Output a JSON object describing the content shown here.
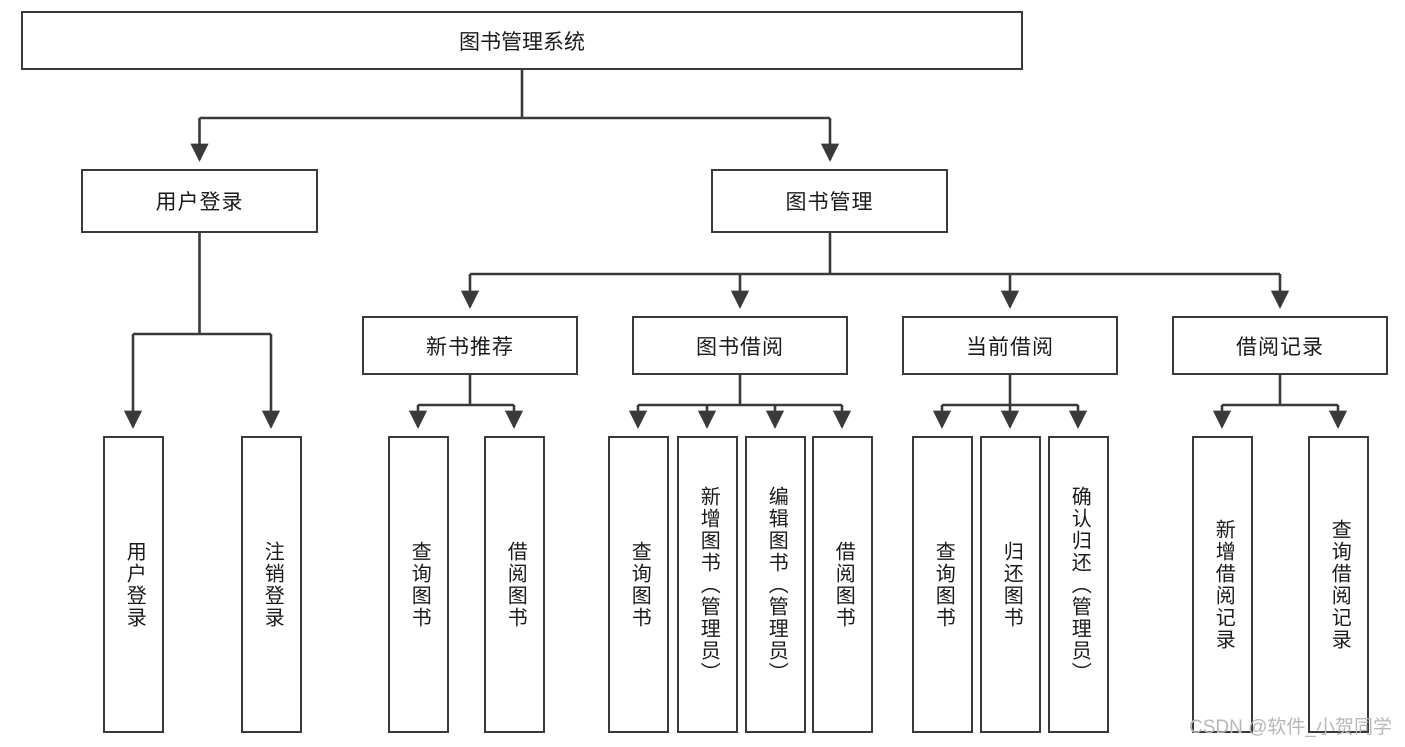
{
  "diagram": {
    "title_node": {
      "label": "图书管理系统"
    },
    "level1": [
      {
        "label": "用户登录"
      },
      {
        "label": "图书管理"
      }
    ],
    "level2": [
      {
        "label": "新书推荐"
      },
      {
        "label": "图书借阅"
      },
      {
        "label": "当前借阅"
      },
      {
        "label": "借阅记录"
      }
    ],
    "leaves": {
      "user_login": [
        {
          "label": "用户登录"
        },
        {
          "label": "注销登录"
        }
      ],
      "new_book_recommend": [
        {
          "label": "查询图书"
        },
        {
          "label": "借阅图书"
        }
      ],
      "book_borrow": [
        {
          "label": "查询图书"
        },
        {
          "label": "新增图书（管理员）"
        },
        {
          "label": "编辑图书（管理员）"
        },
        {
          "label": "借阅图书"
        }
      ],
      "current_borrow": [
        {
          "label": "查询图书"
        },
        {
          "label": "归还图书"
        },
        {
          "label": "确认归还（管理员）"
        }
      ],
      "borrow_record": [
        {
          "label": "新增借阅记录"
        },
        {
          "label": "查询借阅记录"
        }
      ]
    }
  },
  "watermark": {
    "text": "CSDN @软件_小贺同学"
  },
  "colors": {
    "border": "#3a3a3a",
    "text": "#1a1a1a",
    "background": "#ffffff",
    "watermark": "#b8b8b8"
  }
}
